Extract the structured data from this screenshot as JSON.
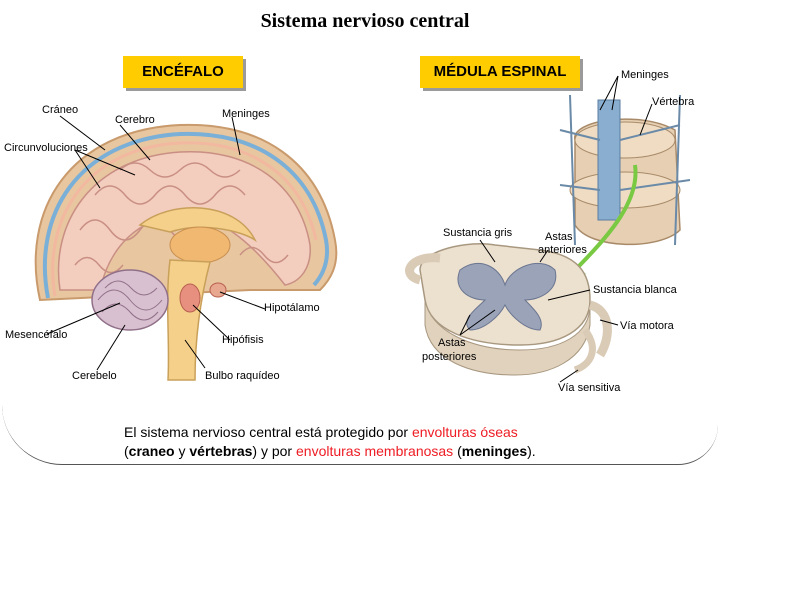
{
  "title": "Sistema nervioso central",
  "sections": {
    "encefalo": "ENCÉFALO",
    "medula": "MÉDULA ESPINAL"
  },
  "brain_labels": {
    "craneo": "Cráneo",
    "cerebro": "Cerebro",
    "meninges": "Meninges",
    "circunvoluciones": "Circunvoluciones",
    "hipotalamo": "Hipotálamo",
    "mesencefalo": "Mesencéfalo",
    "hipofisis": "Hipófisis",
    "cerebelo": "Cerebelo",
    "bulbo": "Bulbo raquídeo"
  },
  "spine_labels": {
    "meninges": "Meninges",
    "vertebra": "Vértebra",
    "sustancia_gris": "Sustancia gris",
    "astas_anteriores_1": "Astas",
    "astas_anteriores_2": "anteriores",
    "sustancia_blanca": "Sustancia blanca",
    "via_motora": "Vía motora",
    "astas_posteriores_1": "Astas",
    "astas_posteriores_2": "posteriores",
    "via_sensitiva": "Vía sensitiva"
  },
  "caption": {
    "p1": "El sistema nervioso central está protegido por ",
    "r1": "envolturas óseas",
    "p2": "(",
    "b1": "craneo",
    "p3": " y ",
    "b2": "vértebras",
    "p4": ") y por ",
    "r2": "envolturas membranosas",
    "p5": " (",
    "b3": "meninges",
    "p6": ")."
  },
  "colors": {
    "label_bg": "#ffcc00",
    "highlight_red": "#ee1c24",
    "arrow_green": "#7ac943"
  }
}
